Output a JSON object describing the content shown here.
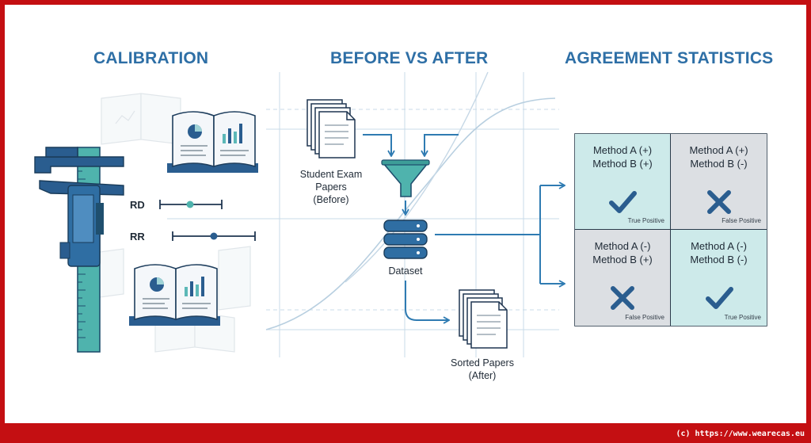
{
  "sections": {
    "calibration": "CALIBRATION",
    "before_after": "BEFORE VS AFTER",
    "agreement": "AGREEMENT STATISTICS"
  },
  "calibration": {
    "rd_label": "RD",
    "rr_label": "RR"
  },
  "flow": {
    "input_label_line1": "Student Exam",
    "input_label_line2": "Papers",
    "input_label_line3": "(Before)",
    "dataset_label": "Dataset",
    "output_label_line1": "Sorted Papers",
    "output_label_line2": "(After)"
  },
  "matrix": {
    "cells": [
      {
        "a": "Method A (+)",
        "b": "Method B (+)",
        "result": "True Positive",
        "icon": "check-icon",
        "tone": "teal"
      },
      {
        "a": "Method A (+)",
        "b": "Method B (-)",
        "result": "False Positive",
        "icon": "cross-icon",
        "tone": "gray"
      },
      {
        "a": "Method A (-)",
        "b": "Method B (+)",
        "result": "False Positive",
        "icon": "cross-icon",
        "tone": "gray"
      },
      {
        "a": "Method A (-)",
        "b": "Method B (-)",
        "result": "True Positive",
        "icon": "check-icon",
        "tone": "teal"
      }
    ]
  },
  "colors": {
    "frame": "#c40f12",
    "heading": "#2e6fa6",
    "teal": "#cdeaea",
    "gray": "#dcdfe3",
    "navy": "#2a5d8f",
    "accent": "#3b8fc2"
  },
  "footer": "(c) https://www.wearecas.eu"
}
